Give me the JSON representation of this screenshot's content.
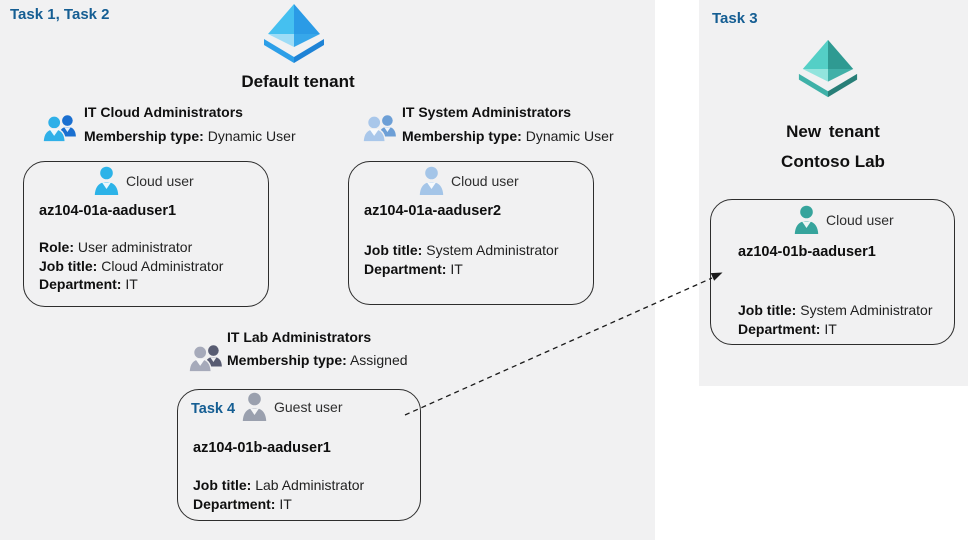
{
  "colors": {
    "panel_bg": "#f1f1f2",
    "task_label": "#155e93",
    "tenant_blue": {
      "top_left": "#45c0f0",
      "top_right": "#2b9be6",
      "bottom_left": "#9ddcf6",
      "bottom_right": "#37a7ea",
      "base_left": "#2d9fe8",
      "base_right": "#1e83d6"
    },
    "tenant_teal": {
      "top_left": "#54cfc6",
      "top_right": "#2f9a92",
      "bottom_left": "#92e4dd",
      "bottom_right": "#41b0a8",
      "base_left": "#3fb1a8",
      "base_right": "#287f78"
    },
    "group_cloud": {
      "front": "#2fb0e8",
      "back": "#1a6fd0"
    },
    "group_system": {
      "front": "#a9c7ea",
      "back": "#6d9fd6"
    },
    "group_lab": {
      "front": "#a6aaba",
      "back": "#585c72"
    },
    "user_cloud": "#2cb3e8",
    "user_system": "#a4c5e8",
    "user_guest": "#9aa0ae",
    "user_teal": "#36a49c",
    "arrow": "#1a1a1a"
  },
  "left": {
    "task_label": "Task 1, Task 2",
    "tenant_name": "Default tenant"
  },
  "right": {
    "task_label": "Task 3",
    "tenant_name_line1": "New tenant",
    "tenant_name_line2": "Contoso Lab"
  },
  "groups": {
    "cloud": {
      "name": "IT Cloud Administrators",
      "membership_label": "Membership type:",
      "membership_value": "Dynamic User"
    },
    "system": {
      "name": "IT System Administrators",
      "membership_label": "Membership type:",
      "membership_value": "Dynamic User"
    },
    "lab": {
      "name": "IT Lab Administrators",
      "membership_label": "Membership type:",
      "membership_value": "Assigned"
    }
  },
  "cards": {
    "user1": {
      "type": "Cloud user",
      "name": "az104-01a-aaduser1",
      "fields": [
        {
          "label": "Role:",
          "value": "User administrator"
        },
        {
          "label": "Job title:",
          "value": "Cloud Administrator"
        },
        {
          "label": "Department:",
          "value": "IT"
        }
      ]
    },
    "user2": {
      "type": "Cloud user",
      "name": "az104-01a-aaduser2",
      "fields": [
        {
          "label": "Job title:",
          "value": "System Administrator"
        },
        {
          "label": "Department:",
          "value": "IT"
        }
      ]
    },
    "guest": {
      "task_label": "Task 4",
      "type": "Guest user",
      "name": "az104-01b-aaduser1",
      "fields": [
        {
          "label": "Job title:",
          "value": "Lab Administrator"
        },
        {
          "label": "Department:",
          "value": "IT"
        }
      ]
    },
    "tenant_user": {
      "type": "Cloud user",
      "name": "az104-01b-aaduser1",
      "fields": [
        {
          "label": "Job title:",
          "value": "System Administrator"
        },
        {
          "label": "Department:",
          "value": "IT"
        }
      ]
    }
  }
}
